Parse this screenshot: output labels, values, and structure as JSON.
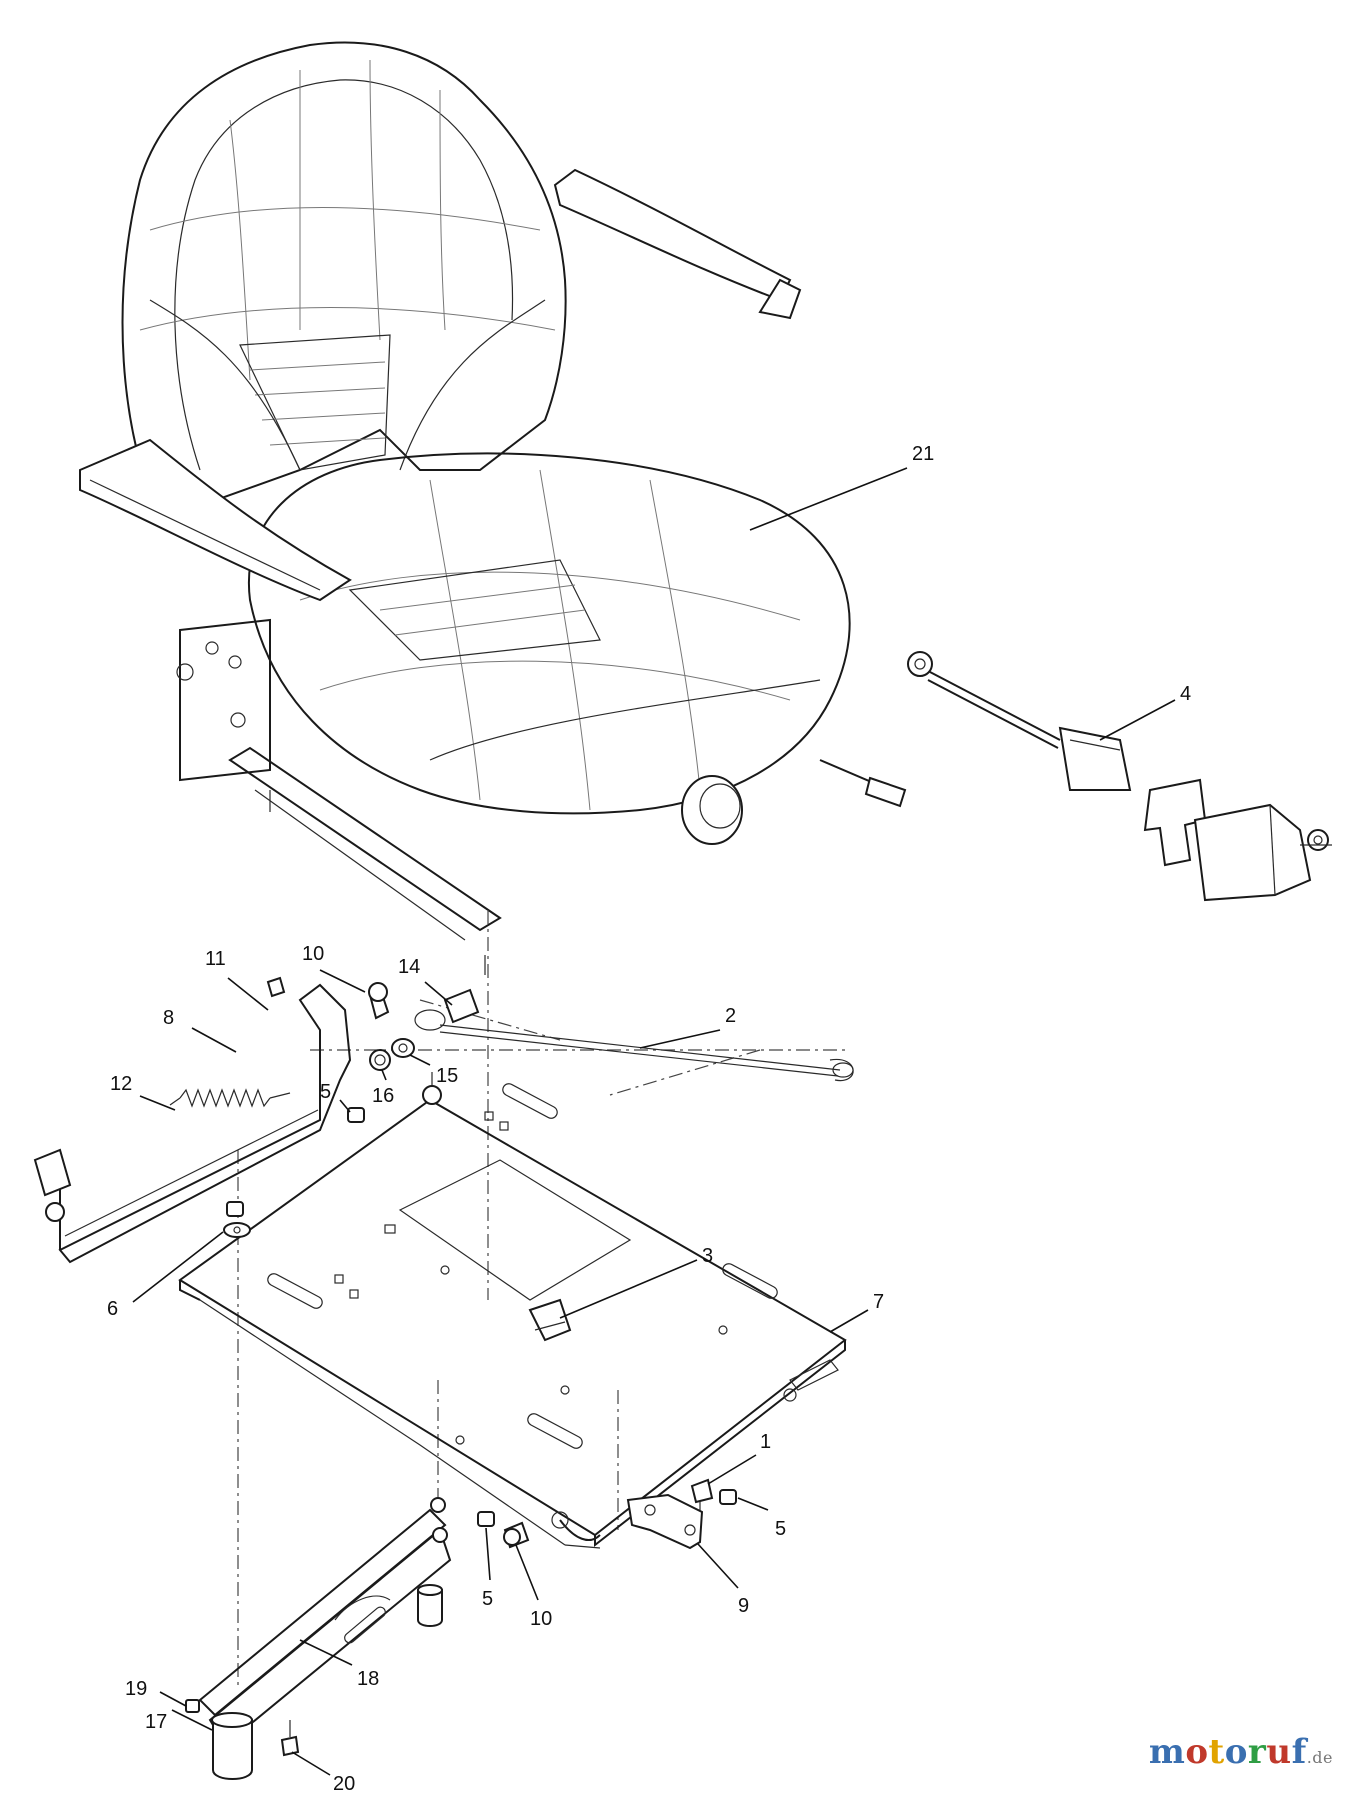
{
  "callouts": [
    {
      "id": "21",
      "text": "21"
    },
    {
      "id": "4",
      "text": "4"
    },
    {
      "id": "11",
      "text": "11"
    },
    {
      "id": "10a",
      "text": "10"
    },
    {
      "id": "14",
      "text": "14"
    },
    {
      "id": "2",
      "text": "2"
    },
    {
      "id": "8",
      "text": "8"
    },
    {
      "id": "15",
      "text": "15"
    },
    {
      "id": "16",
      "text": "16"
    },
    {
      "id": "12",
      "text": "12"
    },
    {
      "id": "5a",
      "text": "5"
    },
    {
      "id": "3",
      "text": "3"
    },
    {
      "id": "6",
      "text": "6"
    },
    {
      "id": "7",
      "text": "7"
    },
    {
      "id": "1",
      "text": "1"
    },
    {
      "id": "5b",
      "text": "5"
    },
    {
      "id": "9",
      "text": "9"
    },
    {
      "id": "5c",
      "text": "5"
    },
    {
      "id": "10b",
      "text": "10"
    },
    {
      "id": "19",
      "text": "19"
    },
    {
      "id": "18",
      "text": "18"
    },
    {
      "id": "17",
      "text": "17"
    },
    {
      "id": "20",
      "text": "20"
    }
  ],
  "watermark": {
    "letters": [
      "m",
      "o",
      "t",
      "o",
      "r",
      "u",
      "f"
    ],
    "letter_colors": [
      "#3a6fb0",
      "#c0392b",
      "#e1a300",
      "#3a6fb0",
      "#2f9e44",
      "#c0392b",
      "#3a6fb0"
    ],
    "tld": ".de"
  },
  "colors": {
    "line": "#1a1a1a",
    "background": "#ffffff"
  }
}
